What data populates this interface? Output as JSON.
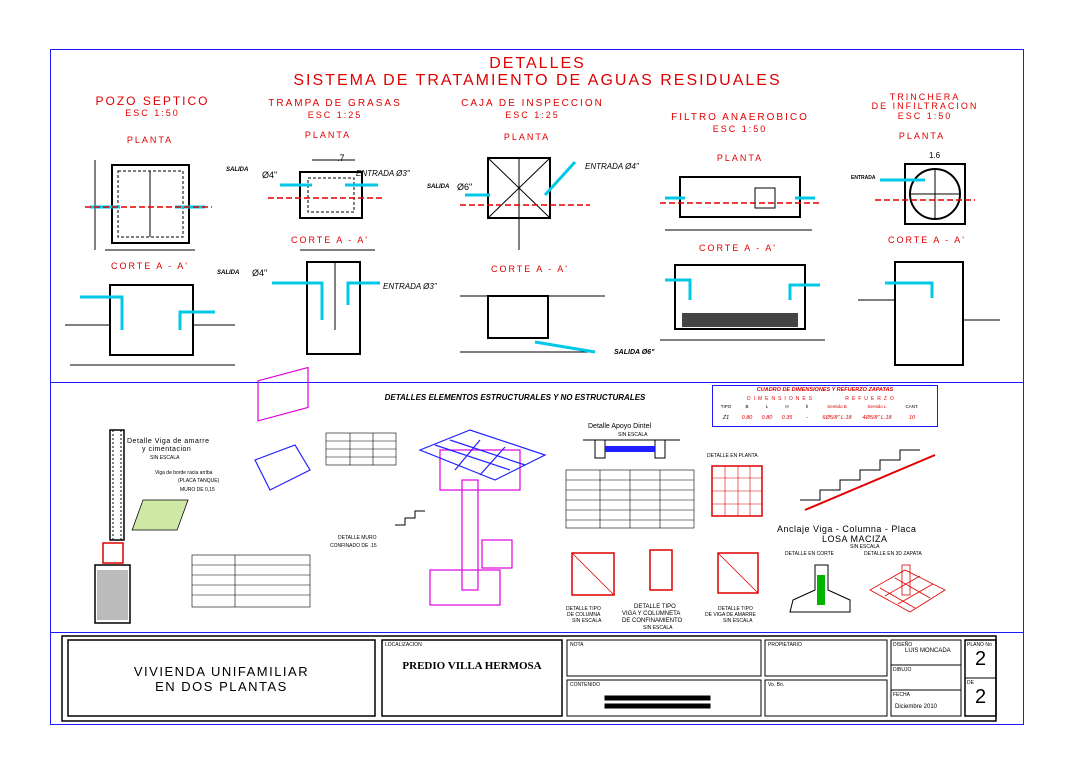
{
  "header": {
    "title": "DETALLES",
    "subtitle": "SISTEMA DE TRATAMIENTO DE AGUAS RESIDUALES"
  },
  "sections": [
    {
      "name": "POZO SEPTICO",
      "scale": "ESC 1:50",
      "plan": "PLANTA",
      "cut": "CORTE A - A'"
    },
    {
      "name": "TRAMPA DE GRASAS",
      "scale": "ESC 1:25",
      "plan": "PLANTA",
      "cut": "CORTE A - A'"
    },
    {
      "name": "CAJA DE INSPECCION",
      "scale": "ESC 1:25",
      "plan": "PLANTA",
      "cut": "CORTE A - A'"
    },
    {
      "name": "FILTRO ANAEROBICO",
      "scale": "ESC 1:50",
      "plan": "PLANTA",
      "cut": "CORTE A - A'"
    },
    {
      "name_line1": "TRINCHERA",
      "name_line2": "DE INFILTRACION",
      "scale": "ESC 1:50",
      "plan": "PLANTA",
      "cut": "CORTE A - A'"
    }
  ],
  "labels": {
    "salida_4": "SALIDA",
    "d4": "Ø4\"",
    "entrada_3": "ENTRADA Ø3\"",
    "salida_6": "SALIDA",
    "d6": "Ø6\"",
    "entrada_4": "ENTRADA Ø4\"",
    "dim_07": ".7",
    "dim_16": "1.6",
    "entrada": "ENTRADA",
    "salida": "SALIDA",
    "salida_6b": "SALIDA Ø6\"",
    "a": "A",
    "a_prime": "A'",
    "d3": "Ø3\""
  },
  "structural": {
    "title": "DETALLES ELEMENTOS ESTRUCTURALES Y NO ESTRUCTURALES",
    "viga_amarre": "Detalle Viga de amarre",
    "cimentacion": "y cimentacion",
    "sin_escala": "SIN ESCALA",
    "viga_borde": "Viga de borde racia arriba",
    "placa_tanque": "(PLACA TANQUE)",
    "muro": "MURO DE 0,15",
    "muro_confinado": "DETALLE MURO",
    "muro_confinado2": "CONFINADO DE .15",
    "apoyo_dintel": "Detalle Apoyo Dintel",
    "detalle_planta": "DETALLE EN PLANTA",
    "anclaje": "Anclaje Viga - Columna - Placa",
    "losa": "LOSA MACIZA",
    "detalle_corte": "DETALLE EN CORTE",
    "detalle_3d": "DETALLE EN 3D ZAPATA",
    "tipo_columna1": "DETALLE TIPO",
    "tipo_columna2": "DE COLUMNA",
    "tipo_columneta1": "DETALLE TIPO",
    "tipo_columneta2": "VIGA Y COLUMNETA",
    "tipo_columneta3": "DE CONFINAMIENTO",
    "tipo_viga1": "DETALLE TIPO",
    "tipo_viga2": "DE VIGA DE AMARRE"
  },
  "zapatas_table": {
    "title": "CUADRO DE DIMENSIONES Y REFUERZO ZAPATAS",
    "group_dim": "DIMENSIONES",
    "group_ref": "REFUERZO",
    "headers": [
      "TIPO",
      "B",
      "L",
      "H",
      "h",
      "Sentido B",
      "Sentido L",
      "CANT."
    ],
    "row": [
      "Z1",
      "0.80",
      "0.80",
      "0.35",
      "-",
      "6Ø5/8\" L.18",
      "4Ø5/8\" L.18",
      "10"
    ]
  },
  "title_block": {
    "project_line1": "VIVIENDA UNIFAMILIAR",
    "project_line2": "EN DOS PLANTAS",
    "location": "PREDIO VILLA HERMOSA",
    "plan_no_1": "2",
    "plan_no_2": "2",
    "date": "Diciembre 2010",
    "label_localizacion": "LOCALIZACION",
    "label_nota": "NOTA",
    "label_contenido": "CONTENIDO",
    "label_propietario": "PROPIETARIO",
    "label_diseno": "DISEÑO",
    "label_dibujo": "DIBUJO",
    "label_fecha": "FECHA",
    "label_plano": "PLANO No",
    "label_de": "DE",
    "label_vobo": "Vo. Bo.",
    "designer": "LUIS MONCADA"
  },
  "colors": {
    "frame": "#1a1aff",
    "title": "#e00000",
    "pipe": "#00c8e6",
    "steel": "#e000e0"
  }
}
